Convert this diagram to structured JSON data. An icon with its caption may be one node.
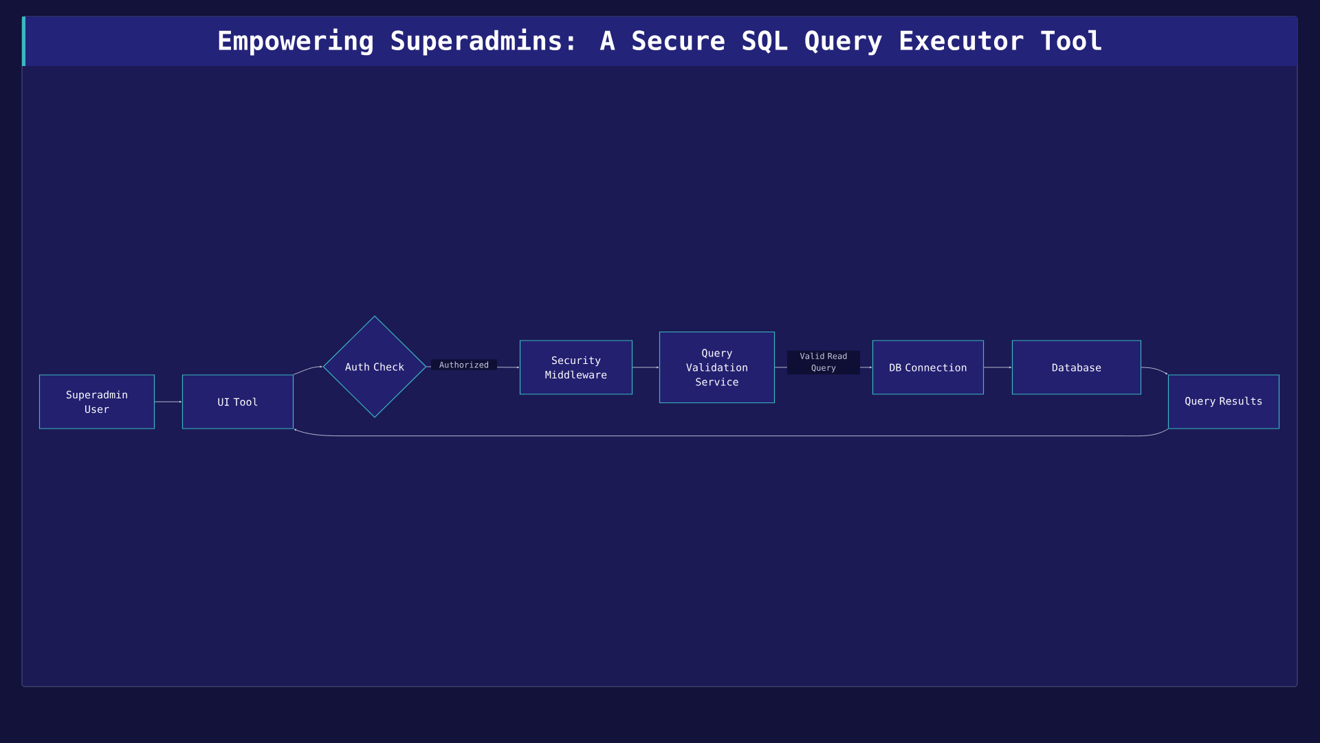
{
  "diagram": {
    "title": "Empowering Superadmins: A Secure SQL Query Executor Tool",
    "nodes": [
      {
        "text": [
          "Superadmin User"
        ]
      },
      {
        "text": [
          "UI Tool"
        ]
      },
      {
        "text": [
          "Auth Check"
        ]
      },
      {
        "text": [
          "Security Middleware"
        ]
      },
      {
        "text": [
          "Query Validation Service"
        ]
      },
      {
        "text": [
          "DB Connection"
        ]
      },
      {
        "text": [
          "Database"
        ]
      },
      {
        "text": [
          "Query Results"
        ]
      }
    ],
    "edges": [
      {
        "from": 0,
        "to": 1,
        "arrow": "to"
      },
      {
        "from": 1,
        "to": 2,
        "arrow": "to"
      },
      {
        "from": 2,
        "to": 3,
        "arrow": "to",
        "label": "Authorized"
      },
      {
        "from": 3,
        "to": 4,
        "arrow": "to"
      },
      {
        "from": 4,
        "to": 5,
        "arrow": "to",
        "label": "Valid Read Query"
      },
      {
        "from": 5,
        "to": 6,
        "arrow": "to"
      },
      {
        "from": 6,
        "to": 7,
        "arrow": "to"
      },
      {
        "from": 7,
        "to": 1,
        "arrow": "to"
      }
    ]
  }
}
